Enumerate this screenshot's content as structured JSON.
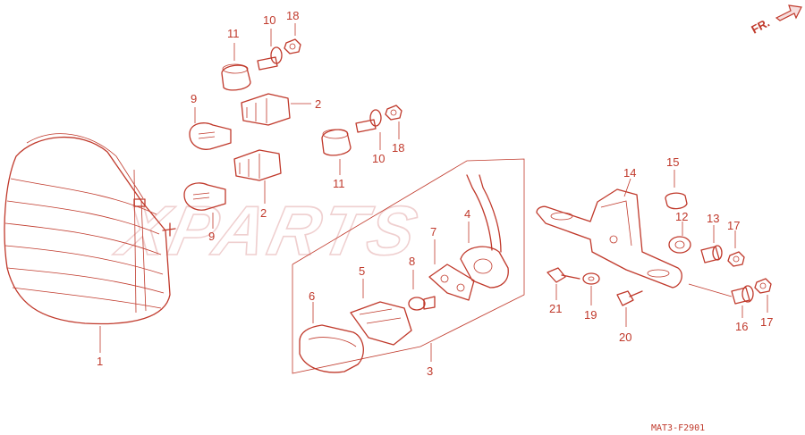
{
  "watermark": "XPARTS",
  "drawing_code": "MAT3-F2901",
  "front_indicator": "FR.",
  "callouts": {
    "c1": "1",
    "c2a": "2",
    "c2b": "2",
    "c3": "3",
    "c4": "4",
    "c5": "5",
    "c6": "6",
    "c7": "7",
    "c8": "8",
    "c9a": "9",
    "c9b": "9",
    "c10a": "10",
    "c10b": "10",
    "c11a": "11",
    "c11b": "11",
    "c12": "12",
    "c13": "13",
    "c14": "14",
    "c15": "15",
    "c16": "16",
    "c17a": "17",
    "c17b": "17",
    "c18a": "18",
    "c18b": "18",
    "c19": "19",
    "c20": "20",
    "c21": "21"
  }
}
